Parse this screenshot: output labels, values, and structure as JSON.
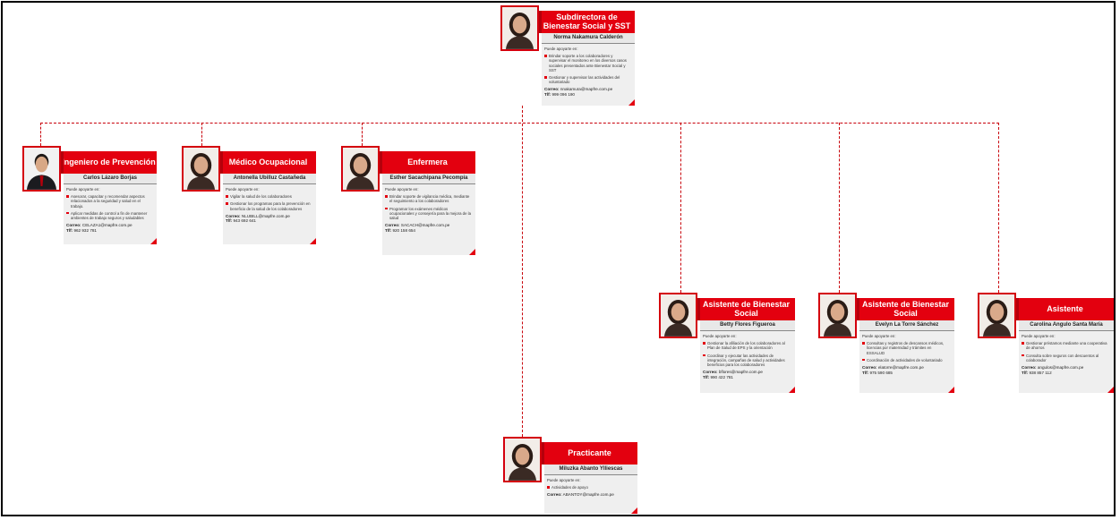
{
  "colors": {
    "brand_red": "#e3000f",
    "line_red": "#c8000a",
    "card_bg": "#efefef"
  },
  "cards": [
    {
      "id": "subdirectora",
      "title": "Subdirectora de Bienestar Social y SST",
      "name": "Norma Nakamura Calderón",
      "help": "Puede apoyarte en:",
      "items": [
        "Brindar soporte a los colaboradores y supervisar el monitoreo en los diversos casos sociales presentados ante Bienestar Social y SST",
        "Gestionar y supervisar las actividades del voluntariado"
      ],
      "email_label": "Correo:",
      "email": "nnakamura@mapfre.com.pe",
      "phone_label": "Tlf:",
      "phone": "999 096 190"
    },
    {
      "id": "ingeniero",
      "title": "Ingeniero de Prevención",
      "name": "Carlos Lázaro Borjas",
      "help": "Puede apoyarte en:",
      "items": [
        "Asesorar, capacitar y recomendar aspectos relacionados a la seguridad y salud en el trabajo.",
        "Aplicar medidas de control a fin de mantener ambientes de trabajo seguros y saludables"
      ],
      "email_label": "Correo:",
      "email": "CELAZA1@mapfre.com.pe",
      "phone_label": "Tlf:",
      "phone": "962 932 781"
    },
    {
      "id": "medico",
      "title": "Médico Ocupacional",
      "name": "Antonella Ubilluz Castañeda",
      "help": "Puede apoyarte en:",
      "items": [
        "Vigilar la salud de los colaboradores",
        "Gestionar los programas para la prevención en beneficio de la salud de los colaboradores"
      ],
      "email_label": "Correo:",
      "email": "NLUBILL@mapfre.com.pe",
      "phone_label": "Tlf:",
      "phone": "943 692 641"
    },
    {
      "id": "enfermera",
      "title": "Enfermera",
      "name": "Esther Sacachipana Pecompia",
      "help": "Puede apoyarte en:",
      "items": [
        "Brindar soporte de vigilancia médica, mediante el seguimiento a los colaboradores",
        "Programar los exámenes médicos ocupacionales y consejería para la mejora de la salud"
      ],
      "email_label": "Correo:",
      "email": "SACACH@mapfre.com.pe",
      "phone_label": "Tlf:",
      "phone": "920 158 654"
    },
    {
      "id": "asistente1",
      "title": "Asistente de Bienestar Social",
      "name": "Betty Flores Figueroa",
      "help": "Puede apoyarte en:",
      "items": [
        "Gestionar la afiliación de los colaboradores al Plan de Salud de EPS y la orientación",
        "Coordinar y ejecutar las actividades de integración, campañas de salud y actividades beneficios para los colaboradores"
      ],
      "email_label": "Correo:",
      "email": "bflores@mapfre.com.pe",
      "phone_label": "Tlf:",
      "phone": "990 422 781"
    },
    {
      "id": "asistente2",
      "title": "Asistente de Bienestar Social",
      "name": "Evelyn La Torre Sánchez",
      "help": "Puede apoyarte en:",
      "items": [
        "Consultas y registros de descansos médicos, licencias por maternidad y trámites en ESSALUD",
        "Coordinación de actividades de voluntariado"
      ],
      "email_label": "Correo:",
      "email": "elatorre@mapfre.com.pe",
      "phone_label": "Tlf:",
      "phone": "975 590 685"
    },
    {
      "id": "asistente3",
      "title": "Asistente",
      "name": "Carolina Angulo Santa María",
      "help": "Puede apoyarte en:",
      "items": [
        "Gestionar préstamos mediante una cooperativa de ahorros",
        "Consulta sobre seguros con descuentos al colaborador"
      ],
      "email_label": "Correo:",
      "email": "angulos@mapfre.com.pe",
      "phone_label": "Tlf:",
      "phone": "938 857 112"
    },
    {
      "id": "practicante",
      "title": "Practicante",
      "name": "Miluzka Abanto Ylliescas",
      "help": "Puede apoyarte en:",
      "items": [
        "Actividades de apoyo"
      ],
      "email_label": "Correo:",
      "email": "ABANTOY@mapfre.com.pe",
      "phone_label": "",
      "phone": ""
    }
  ]
}
